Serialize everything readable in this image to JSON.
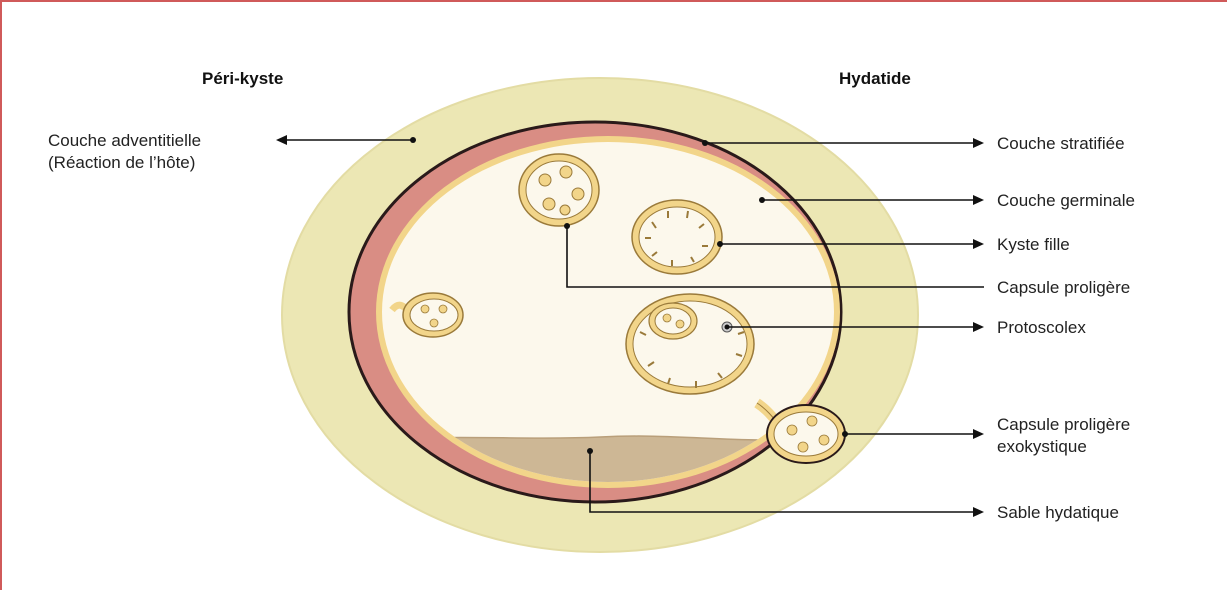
{
  "headers": {
    "left": "Péri-kyste",
    "right": "Hydatide"
  },
  "labels": {
    "adventitia_line1": "Couche adventitielle",
    "adventitia_line2": "(Réaction de l’hôte)",
    "stratified": "Couche stratifiée",
    "germinal": "Couche germinale",
    "daughter_cyst": "Kyste fille",
    "brood_capsule": "Capsule proligère",
    "protoscolex": "Protoscolex",
    "exo_capsule_line1": "Capsule proligère",
    "exo_capsule_line2": "exokystique",
    "hydatid_sand": "Sable hydatique"
  },
  "colors": {
    "frame": "#d05a5a",
    "adventitial_layer": "#ece7b4",
    "stratified_layer": "#d98d84",
    "germinal_layer": "#f2d58a",
    "cyst_fluid": "#fcf8ec",
    "hydatid_sand": "#cdb795",
    "line": "#111111"
  }
}
